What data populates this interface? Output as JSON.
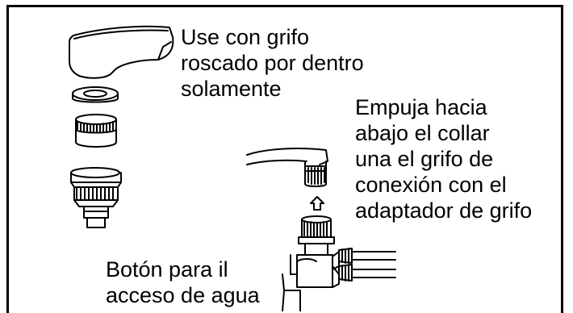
{
  "instructions": {
    "top_note": "Use con grifo\nroscado por dentro\nsolamente",
    "right_note": "Empuja hacia\nabajo el collar\nuna el grifo de\nconexión con el\nadaptador de grifo",
    "bottom_note": "Botón para il\nacceso de agua"
  },
  "colors": {
    "line": "#000000",
    "background": "#ffffff"
  }
}
